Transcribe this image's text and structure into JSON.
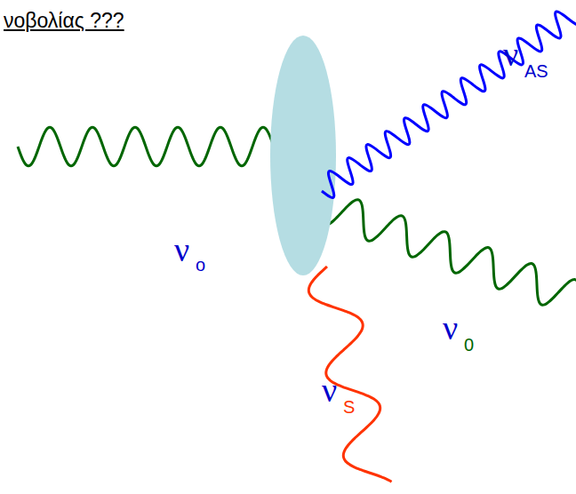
{
  "diagram": {
    "title": "νοβολίας ???",
    "labels": [
      "ν",
      "AS",
      "ν",
      "o",
      "ν",
      "0",
      "ν",
      "S"
    ]
  }
}
